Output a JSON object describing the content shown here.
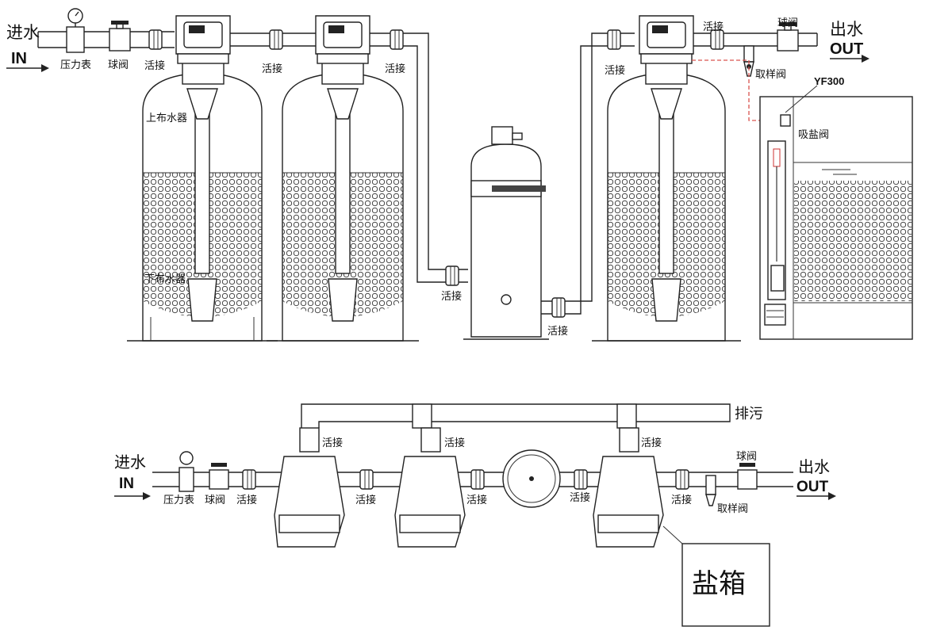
{
  "top": {
    "inlet": {
      "cn": "进水",
      "en": "IN"
    },
    "outlet": {
      "cn": "出水",
      "en": "OUT"
    },
    "labels": {
      "pressure_gauge": "压力表",
      "ball_valve_in": "球阀",
      "union_1": "活接",
      "union_2": "活接",
      "union_3": "活接",
      "union_4": "活接",
      "union_5": "活接",
      "union_6": "活接",
      "union_7": "活接",
      "ball_valve_out": "球阀",
      "sampling_valve": "取样阀",
      "upper_distributor": "上布水器",
      "lower_distributor": "下布水器",
      "brine_valve": "吸盐阀",
      "model": "YF300"
    }
  },
  "bottom": {
    "inlet": {
      "cn": "进水",
      "en": "IN"
    },
    "outlet": {
      "cn": "出水",
      "en": "OUT"
    },
    "labels": {
      "drain": "排污",
      "pressure_gauge": "压力表",
      "ball_valve_in": "球阀",
      "union_in": "活接",
      "union_a": "活接",
      "union_b": "活接",
      "union_c": "活接",
      "union_d": "活接",
      "union_e": "活接",
      "union_f": "活接",
      "union_g": "活接",
      "ball_valve_out": "球阀",
      "sampling_valve": "取样阀",
      "salt_box": "盐箱"
    }
  },
  "colors": {
    "line": "#222222",
    "brine_tube": "#d9534f"
  }
}
